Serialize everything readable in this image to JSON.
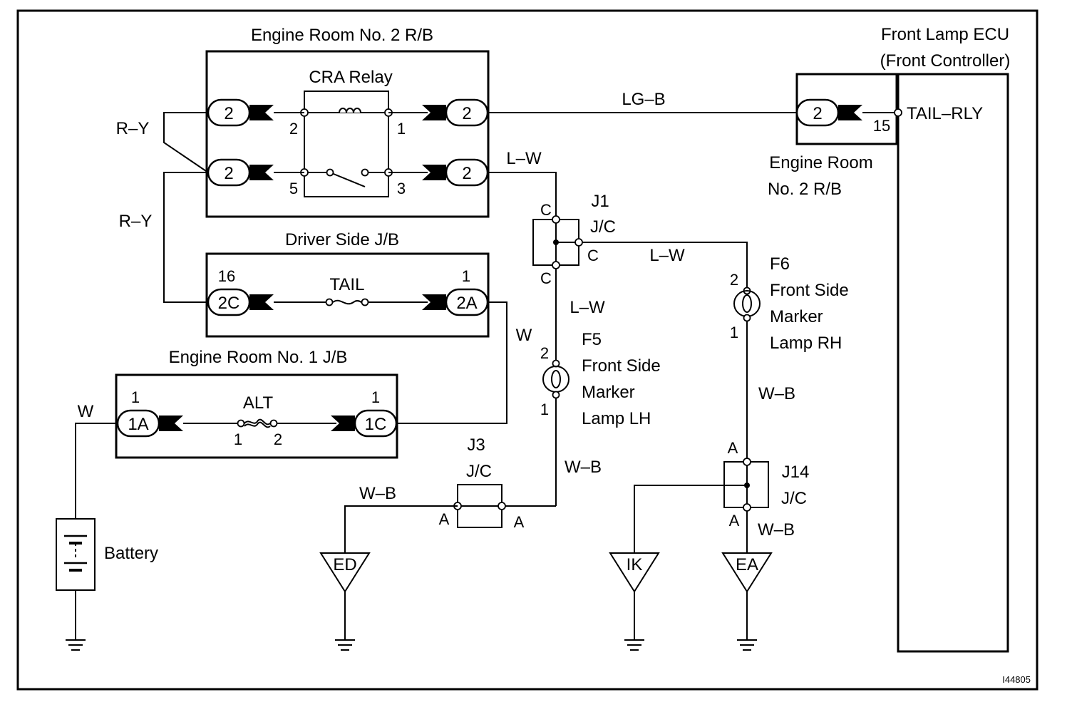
{
  "figure_id": "I44805",
  "components": {
    "er2_rb": "Engine Room No. 2 R/B",
    "cra_relay": "CRA Relay",
    "driver_jb": "Driver Side J/B",
    "er1_jb": "Engine Room No. 1 J/B",
    "ecu_line1": "Front Lamp ECU",
    "ecu_line2": "(Front Controller)",
    "er2_rb_right_line1": "Engine Room",
    "er2_rb_right_line2": "No. 2 R/B",
    "battery": "Battery"
  },
  "fuses": {
    "tail": "TAIL",
    "alt": "ALT"
  },
  "connectors": {
    "c2": "2",
    "c2C": "2C",
    "c2A": "2A",
    "c1A": "1A",
    "c1C": "1C"
  },
  "pins": {
    "relay_2": "2",
    "relay_1": "1",
    "relay_5": "5",
    "relay_3": "3",
    "tail_16": "16",
    "tail_1": "1",
    "alt_in_1": "1",
    "alt_out_1": "1",
    "alt_fuse_1": "1",
    "alt_fuse_2": "2",
    "ecu_15": "15",
    "ecu_pin": "TAIL–RLY",
    "f5_2": "2",
    "f5_1": "1",
    "f6_2": "2",
    "f6_1": "1",
    "j1_c_top": "C",
    "j1_c_right": "C",
    "j1_c_bottom": "C",
    "j3_a_left": "A",
    "j3_a_right": "A",
    "j14_a_top": "A",
    "j14_a_bottom": "A"
  },
  "wires": {
    "ry_upper": "R–Y",
    "ry_lower": "R–Y",
    "lgb": "LG–B",
    "lw_top": "L–W",
    "lw_mid": "L–W",
    "lw_down": "L–W",
    "w_tail": "W",
    "w_batt": "W",
    "wb_f5": "W–B",
    "wb_j3": "W–B",
    "wb_f6": "W–B",
    "wb_j14": "W–B"
  },
  "junctions": {
    "j1": "J1",
    "j1_type": "J/C",
    "j3": "J3",
    "j3_type": "J/C",
    "j14": "J14",
    "j14_type": "J/C"
  },
  "lamps": {
    "f5_id": "F5",
    "f5_l1": "Front Side",
    "f5_l2": "Marker",
    "f5_l3": "Lamp LH",
    "f6_id": "F6",
    "f6_l1": "Front Side",
    "f6_l2": "Marker",
    "f6_l3": "Lamp RH"
  },
  "grounds": {
    "ed": "ED",
    "ik": "IK",
    "ea": "EA"
  }
}
